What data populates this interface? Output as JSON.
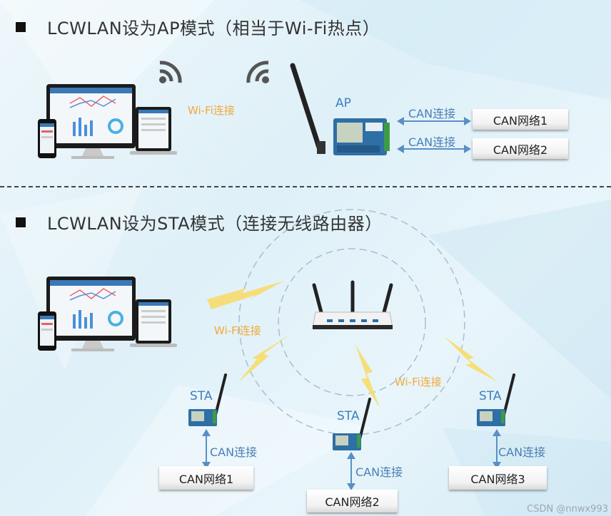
{
  "section_ap": {
    "title": "LCWLAN设为AP模式（相当于Wi-Fi热点）",
    "wifi_label": "Wi-Fi连接",
    "device_label": "AP",
    "links": [
      {
        "label": "CAN连接",
        "network": "CAN网络1"
      },
      {
        "label": "CAN连接",
        "network": "CAN网络2"
      }
    ]
  },
  "section_sta": {
    "title": "LCWLAN设为STA模式（连接无线路由器）",
    "wifi_labels": [
      "Wi-Fi连接",
      "Wi-Fi连接"
    ],
    "nodes": [
      {
        "device_label": "STA",
        "link_label": "CAN连接",
        "network": "CAN网络1"
      },
      {
        "device_label": "STA",
        "link_label": "CAN连接",
        "network": "CAN网络2"
      },
      {
        "device_label": "STA",
        "link_label": "CAN连接",
        "network": "CAN网络3"
      }
    ]
  },
  "watermark": "CSDN @nnwx993",
  "colors": {
    "bus_arrow": "#5a8fc4",
    "wifi_bolt": "#f7dc6a",
    "label_orange": "#f0a93a",
    "label_blue": "#3d7fbf"
  },
  "icons": [
    "wifi-signal-icon",
    "lightning-bolt-icon",
    "computer-monitor-icon",
    "laptop-icon",
    "phone-icon",
    "router-icon",
    "device-module-icon"
  ]
}
